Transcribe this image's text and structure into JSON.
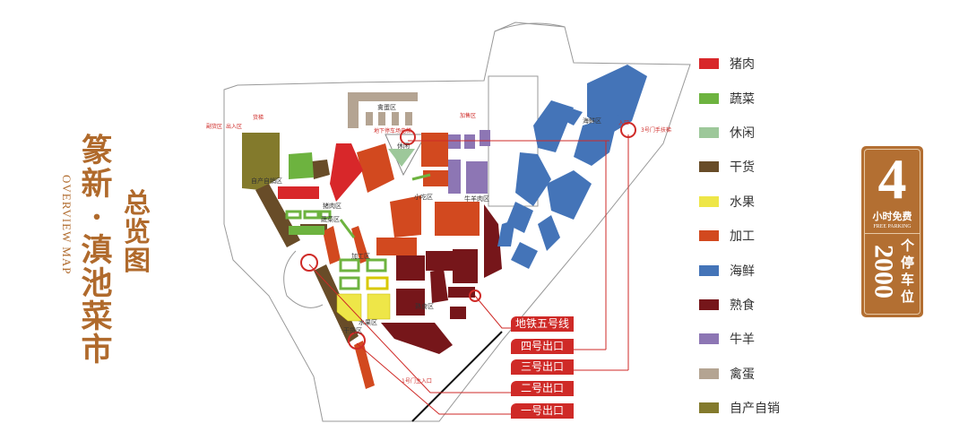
{
  "title": {
    "main": "篆新·滇池菜市",
    "sub": "总览图",
    "english": "OVERVIEW MAP"
  },
  "legend": [
    {
      "label": "猪肉",
      "color": "#d8272a"
    },
    {
      "label": "蔬菜",
      "color": "#6db33f"
    },
    {
      "label": "休闲",
      "color": "#9dc89a"
    },
    {
      "label": "干货",
      "color": "#684c28"
    },
    {
      "label": "水果",
      "color": "#eee648"
    },
    {
      "label": "加工",
      "color": "#d2491f"
    },
    {
      "label": "海鲜",
      "color": "#4474b8"
    },
    {
      "label": "熟食",
      "color": "#76161a"
    },
    {
      "label": "牛羊",
      "color": "#8d76b4"
    },
    {
      "label": "禽蛋",
      "color": "#b4a492"
    },
    {
      "label": "自产自销",
      "color": "#837a2c"
    }
  ],
  "parking": {
    "free_hours": "4",
    "free_label": "小时免费",
    "free_label_en": "FREE PARKING",
    "spaces": "2000",
    "spaces_label": "个停车位"
  },
  "exits": [
    "地铁五号线",
    "四号出口",
    "三号出口",
    "二号出口",
    "一号出口"
  ],
  "zones": {
    "poultry": "禽蛋区",
    "seafood": "海鲜区",
    "beef_mutton": "牛羊肉区",
    "snack": "小吃区",
    "pork": "猪肉区",
    "vegetable": "蔬菜区",
    "processing": "加工区",
    "deli": "熟食区",
    "fruit": "水果区",
    "dry_goods": "干货区",
    "self_produced": "自产自销区",
    "leisure": "休闲",
    "added": "加售区",
    "side_goods": "副货区",
    "access": "出入区",
    "freight_elevator": "货梯",
    "parking_elevator": "地下停车场电梯",
    "gate3_escalator": "3号门手扶梯",
    "gate1_entrance": "1号门主入口",
    "entrance": "入口"
  },
  "accent_color": "#b06a2c",
  "exit_color": "#cf2a27"
}
